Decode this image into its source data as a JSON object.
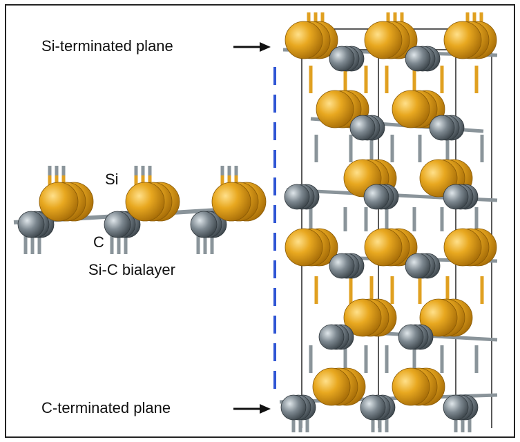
{
  "labels": {
    "si_plane": "Si-terminated plane",
    "c_plane": "C-terminated plane",
    "si_atom": "Si",
    "c_atom": "C",
    "bilayer": "Si-C bialayer"
  },
  "colors": {
    "silicon": "#e8a820",
    "silicon_highlight": "#ffe08a",
    "silicon_shadow": "#a86e08",
    "carbon": "#7d8890",
    "carbon_highlight": "#dfe6ea",
    "carbon_shadow": "#3e474d",
    "dashed_line": "#2f55d4",
    "frame": "#222222"
  },
  "icons": {
    "arrow": "right-arrow-icon"
  }
}
